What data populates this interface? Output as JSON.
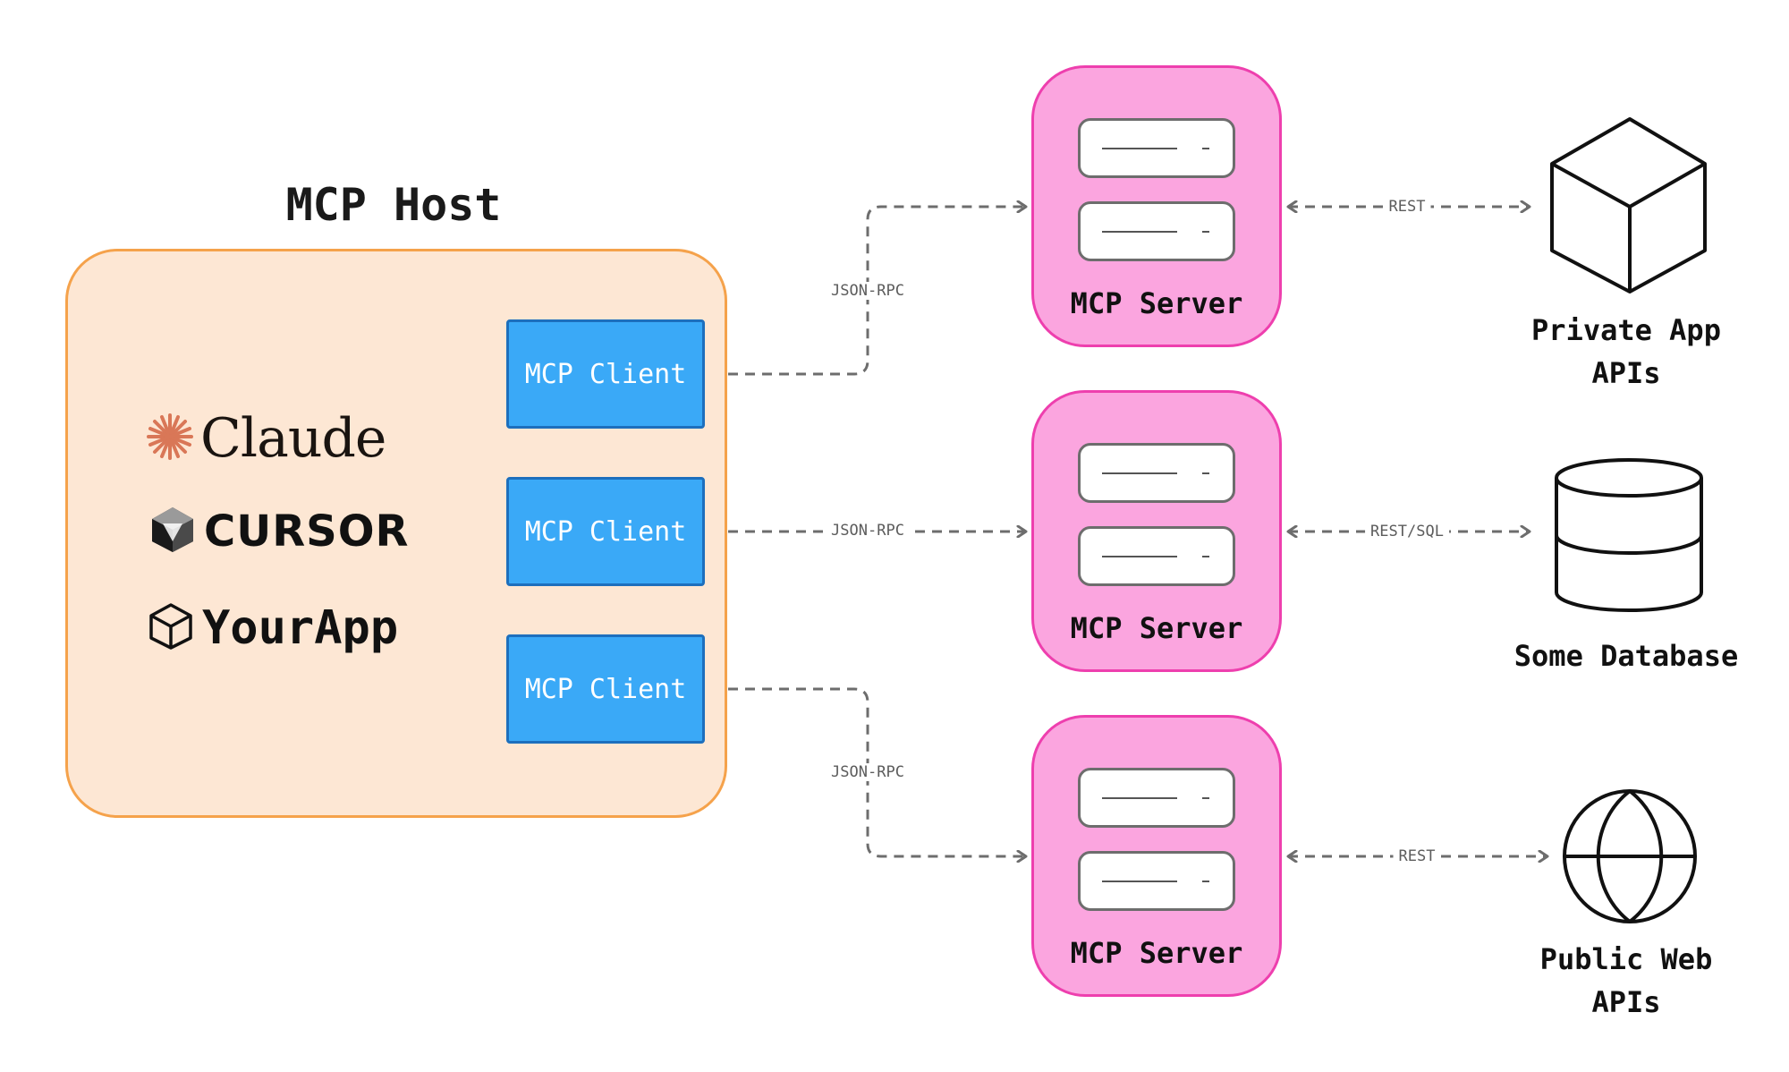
{
  "host": {
    "title": "MCP Host",
    "apps": [
      "Claude",
      "CURSOR",
      "YourApp"
    ]
  },
  "clients": [
    "MCP Client",
    "MCP Client",
    "MCP Client"
  ],
  "connections": {
    "client_server": [
      "JSON-RPC",
      "JSON-RPC",
      "JSON-RPC"
    ],
    "server_resource": [
      "REST",
      "REST/SQL",
      "REST"
    ]
  },
  "servers": [
    "MCP Server",
    "MCP Server",
    "MCP Server"
  ],
  "resources": [
    {
      "label": "Private App APIs",
      "icon": "cube-icon"
    },
    {
      "label": "Some Database",
      "icon": "database-icon"
    },
    {
      "label": "Public Web APIs",
      "icon": "globe-icon"
    }
  ],
  "colors": {
    "host_fill": "#fde7d4",
    "host_border": "#f5a24b",
    "client_fill": "#3aa9f7",
    "client_border": "#1d6fbd",
    "server_fill": "#fba5df",
    "server_border": "#ee3fae",
    "connector": "#6d6d6d",
    "claude_accent": "#d97757"
  }
}
